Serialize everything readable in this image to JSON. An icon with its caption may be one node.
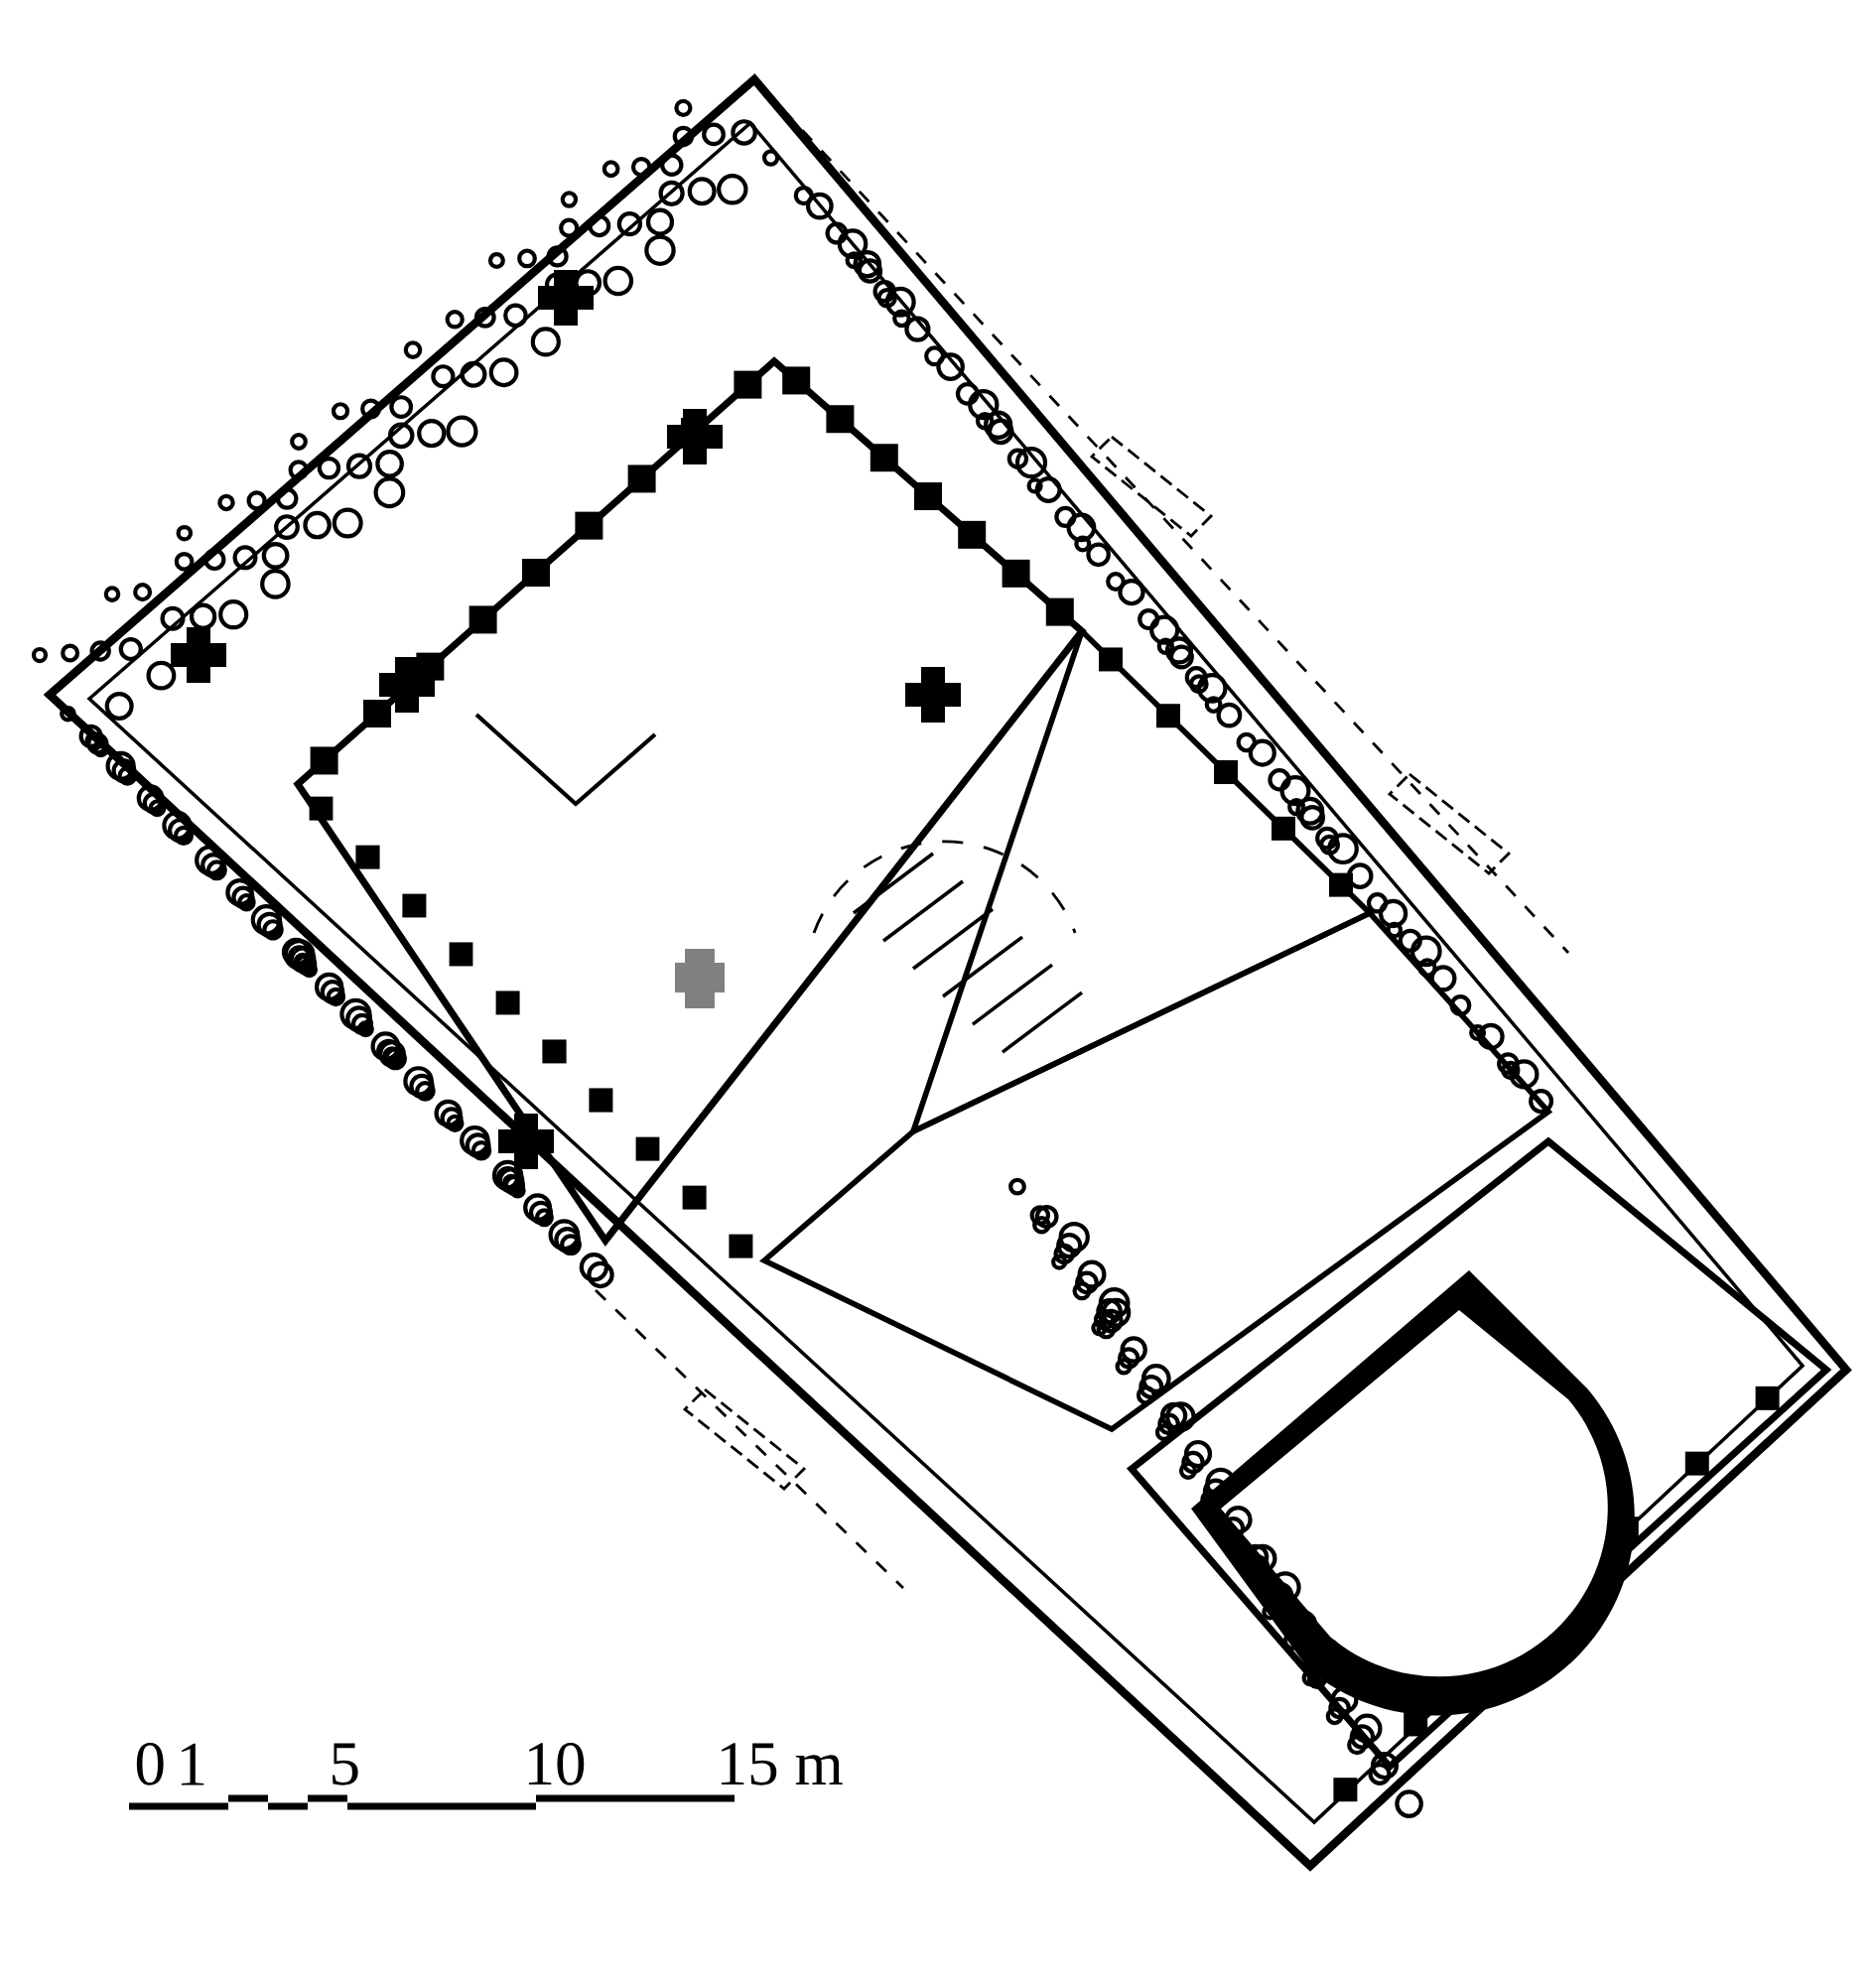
{
  "diagram": {
    "labels": [
      "0",
      "1",
      "5",
      "10",
      "15 m"
    ]
  }
}
